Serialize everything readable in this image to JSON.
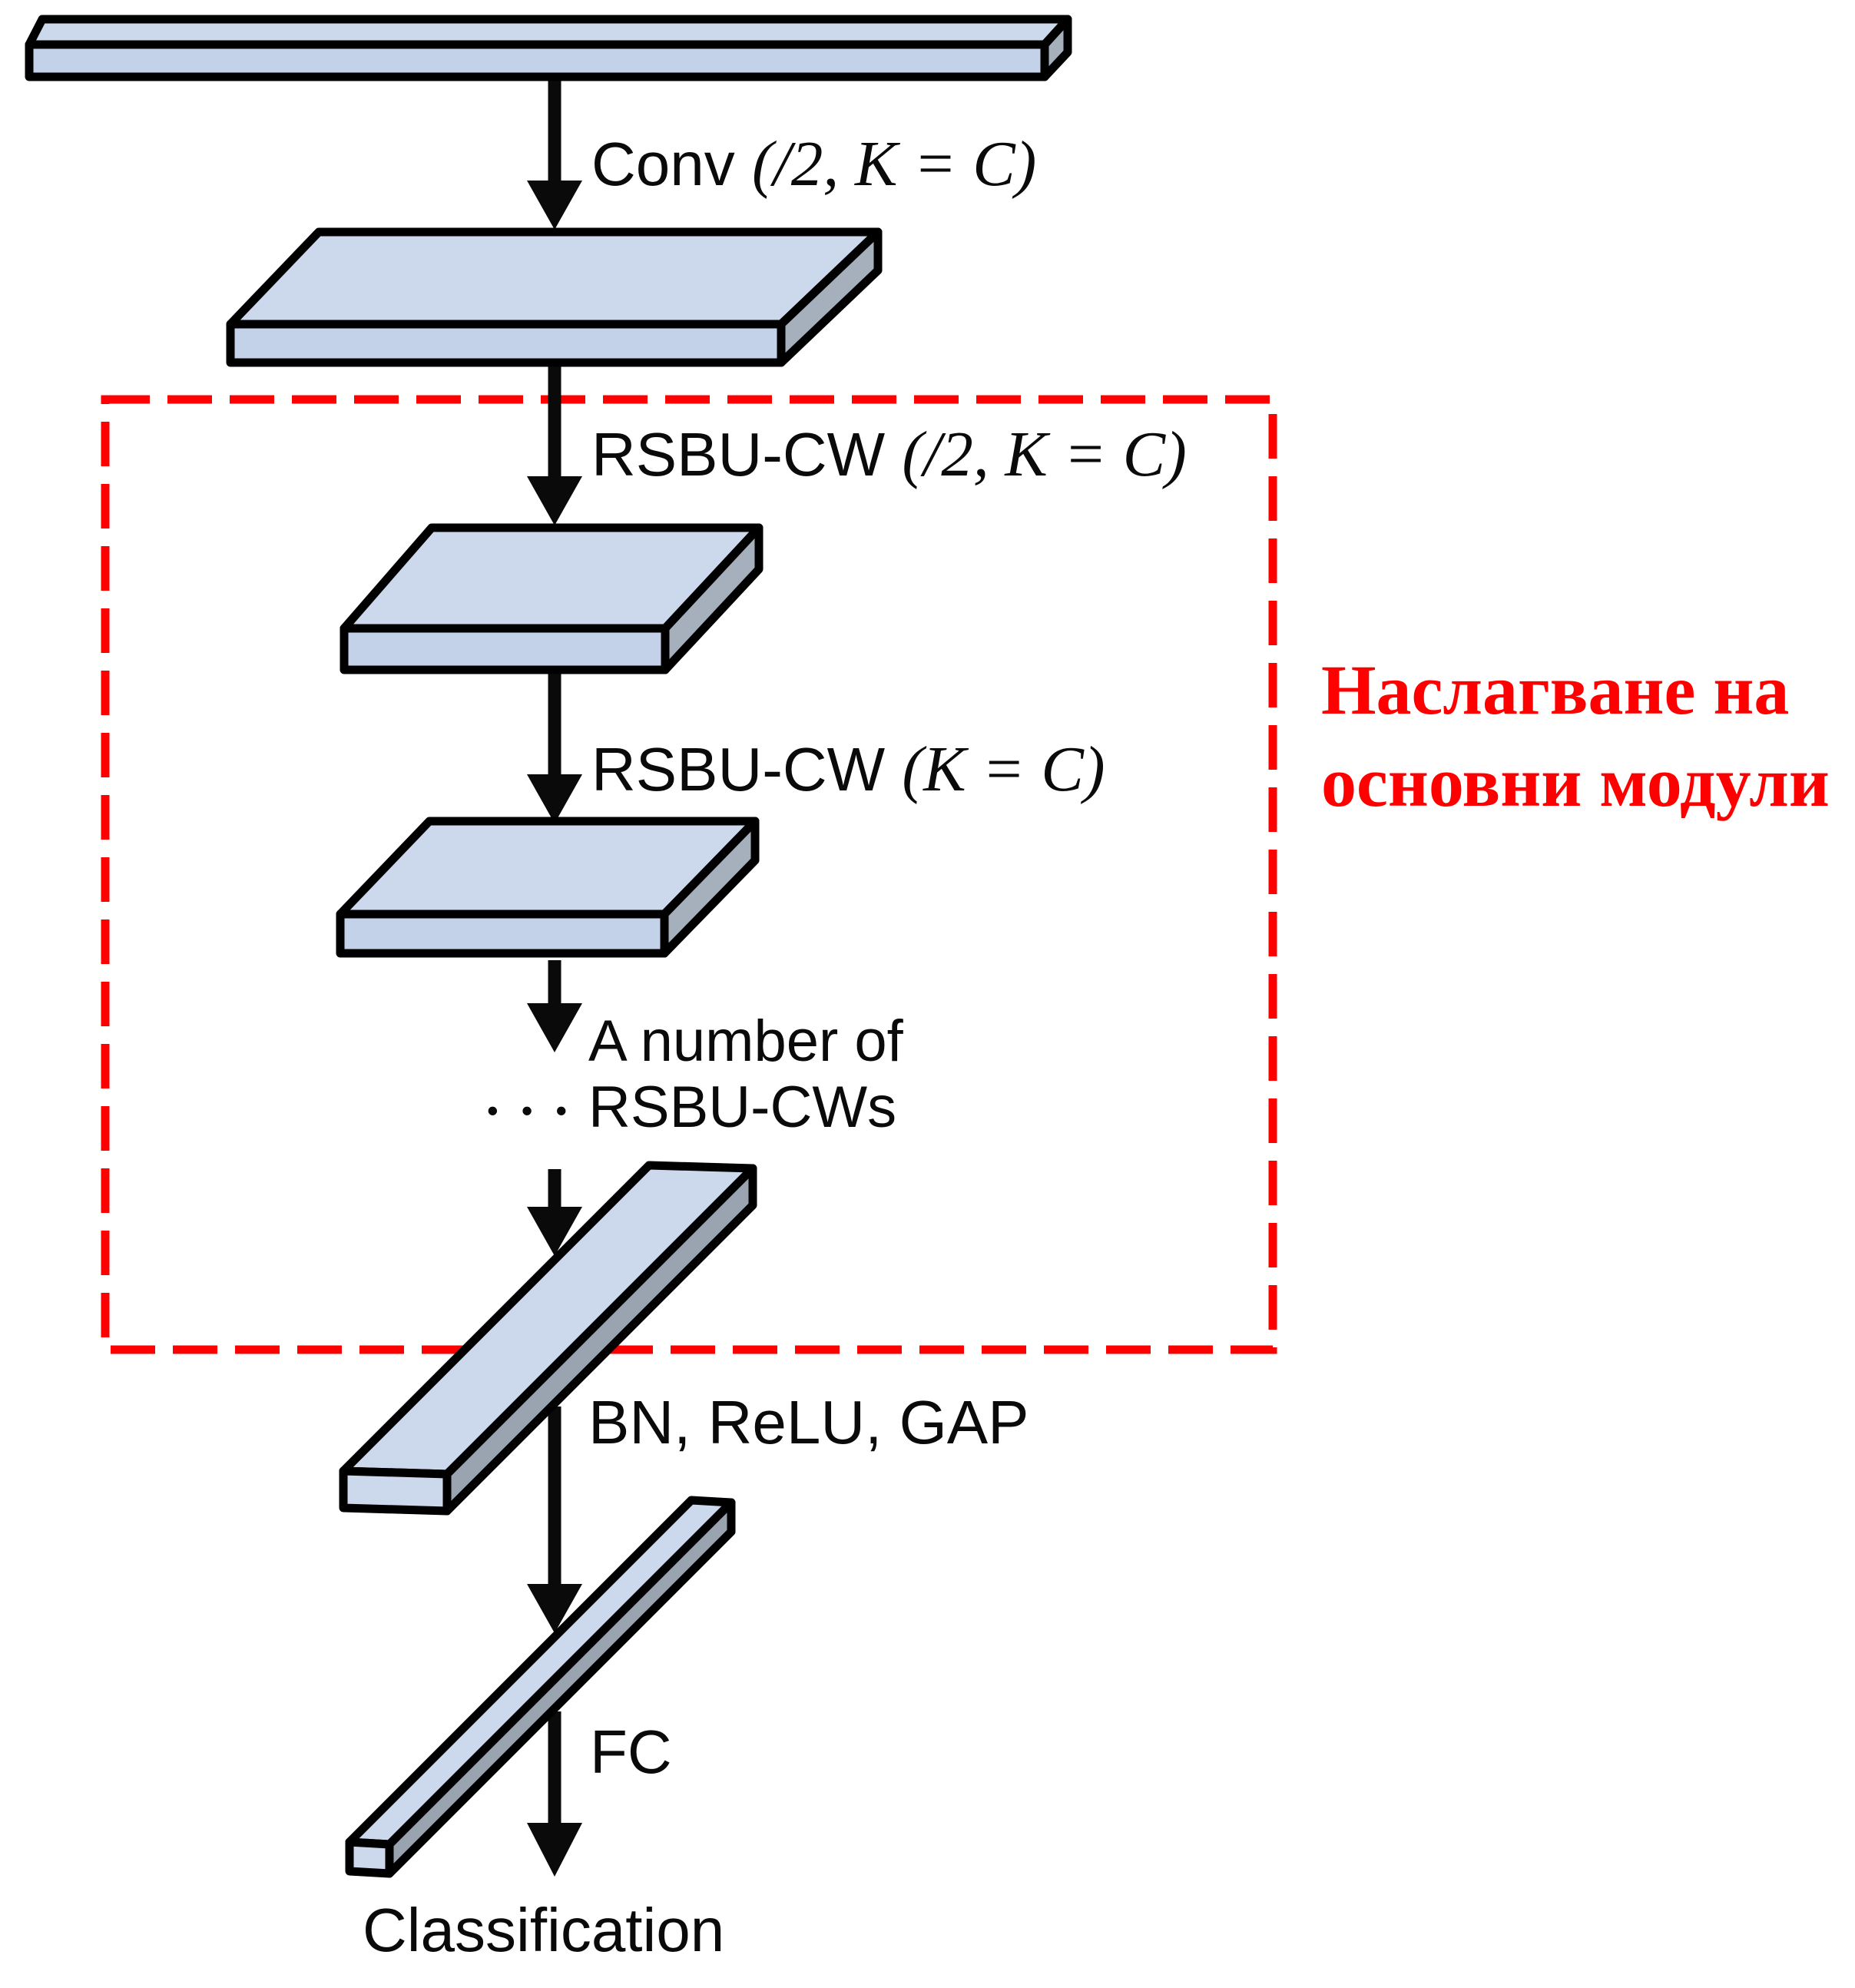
{
  "colors": {
    "background": "#ffffff",
    "outline": "#000000",
    "face_top": "#ccd8ec",
    "face_front": "#c3d2e9",
    "face_side": "#a6b0bd",
    "annotation_red": "#ff0000",
    "arrow_black": "#0a0a0a"
  },
  "labels": {
    "conv": {
      "op": "Conv ",
      "args": "(/2, K = C)"
    },
    "rsbu_downsample": {
      "op": "RSBU-CW ",
      "args": "(/2, K = C)"
    },
    "rsbu": {
      "op": "RSBU-CW ",
      "args": "(K = C)"
    },
    "stack": {
      "dots": "•••",
      "line1": "A number of",
      "line2": "RSBU-CWs"
    },
    "bn_relu_gap": "BN, ReLU, GAP",
    "fc": "FC",
    "classification": "Classification"
  },
  "annotation": {
    "line1": "Наслагване на",
    "line2": "основни модули"
  }
}
